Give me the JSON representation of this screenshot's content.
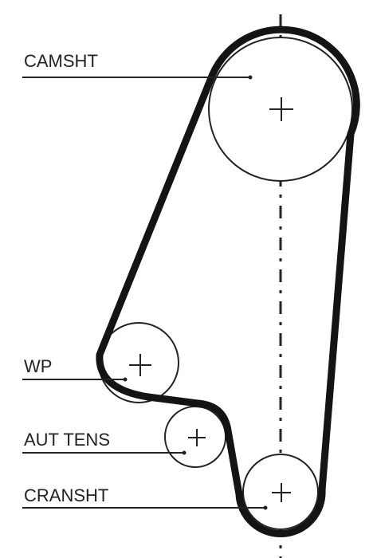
{
  "labels": {
    "camshaft": "CAMSHT",
    "water_pump": "WP",
    "auto_tensioner": "AUT TENS",
    "crankshaft": "CRANSHT"
  },
  "colors": {
    "belt": "#141414",
    "line": "#222222",
    "background": "#ffffff"
  }
}
